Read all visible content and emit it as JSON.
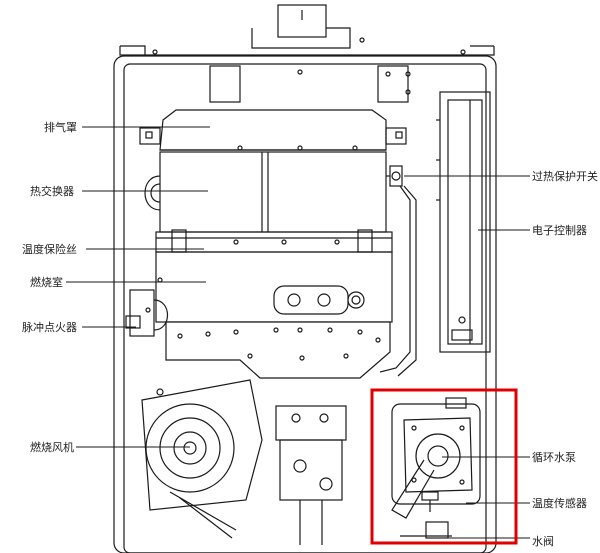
{
  "labels": {
    "exhaust_hood": "排气罩",
    "heat_exchanger": "热交换器",
    "thermal_fuse": "温度保险丝",
    "combustion_chamber": "燃烧室",
    "pulse_igniter": "脉冲点火器",
    "combustion_fan": "燃烧风机",
    "overheat_switch": "过热保护开关",
    "electronic_controller": "电子控制器",
    "circulation_pump": "循环水泵",
    "temperature_sensor": "温度传感器",
    "water_valve": "水阀"
  },
  "colors": {
    "line": "#1a1a1a",
    "highlight": "#e00000",
    "background": "#ffffff"
  }
}
